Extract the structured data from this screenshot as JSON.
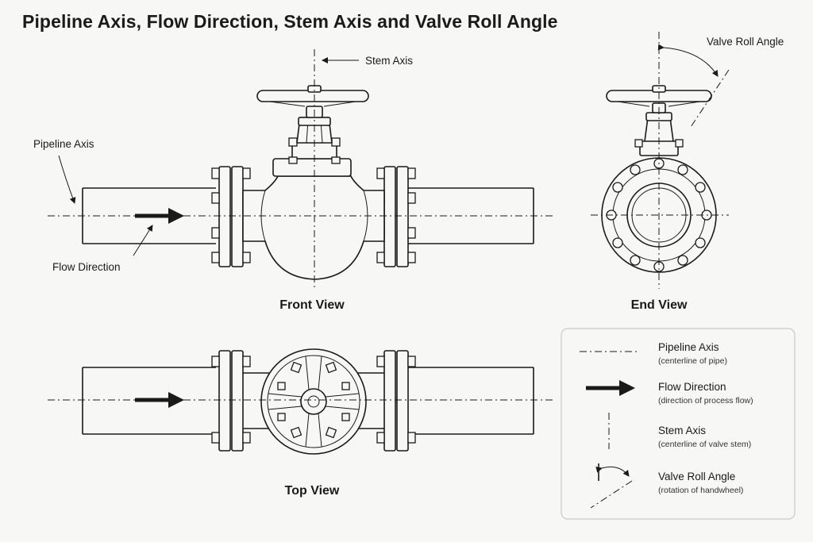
{
  "title": "Pipeline Axis, Flow Direction, Stem Axis and Valve Roll Angle",
  "views": {
    "front": "Front View",
    "end": "End View",
    "top": "Top View"
  },
  "annotations": {
    "stem_axis": "Stem Axis",
    "pipeline_axis": "Pipeline Axis",
    "flow_direction": "Flow Direction",
    "valve_roll_angle": "Valve Roll Angle"
  },
  "legend": [
    {
      "label": "Pipeline Axis",
      "desc": "(centerline of pipe)",
      "symbol": "dash-dot-horizontal"
    },
    {
      "label": "Flow Direction",
      "desc": "(direction of process flow)",
      "symbol": "arrow"
    },
    {
      "label": "Stem Axis",
      "desc": "(centerline of valve stem)",
      "symbol": "dash-dot-vertical"
    },
    {
      "label": "Valve Roll Angle",
      "desc": "(rotation of handwheel)",
      "symbol": "angle-arc"
    }
  ],
  "colors": {
    "background": "#f7f7f6",
    "ink": "#1a1a1a",
    "legend_border": "#c9c9c9"
  }
}
